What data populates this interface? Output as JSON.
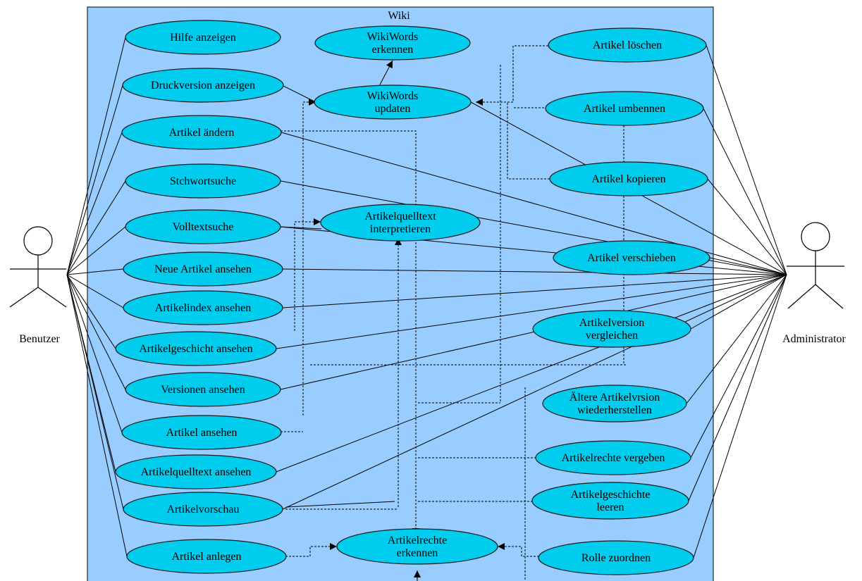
{
  "system": {
    "title": "Wiki"
  },
  "actors": {
    "user": "Benutzer",
    "admin": "Administrator"
  },
  "use_cases": [
    {
      "id": "hilfe",
      "lines": [
        "Hilfe anzeigen"
      ]
    },
    {
      "id": "druck",
      "lines": [
        "Druckversion anzeigen"
      ]
    },
    {
      "id": "aendern",
      "lines": [
        "Artikel ändern"
      ]
    },
    {
      "id": "stichwort",
      "lines": [
        "Stchwortsuche"
      ]
    },
    {
      "id": "volltext",
      "lines": [
        "Volltextsuche"
      ]
    },
    {
      "id": "neue",
      "lines": [
        "Neue Artikel ansehen"
      ]
    },
    {
      "id": "index",
      "lines": [
        "Artikelindex ansehen"
      ]
    },
    {
      "id": "geschicht",
      "lines": [
        "Artikelgeschicht ansehen"
      ]
    },
    {
      "id": "versionen",
      "lines": [
        "Versionen ansehen"
      ]
    },
    {
      "id": "ansehen",
      "lines": [
        "Artikel ansehen"
      ]
    },
    {
      "id": "quelltext",
      "lines": [
        "Artikelquelltext ansehen"
      ]
    },
    {
      "id": "vorschau",
      "lines": [
        "Artikelvorschau"
      ]
    },
    {
      "id": "anlegen",
      "lines": [
        "Artikel anlegen"
      ]
    },
    {
      "id": "ww_erkennen",
      "lines": [
        "WikiWords",
        "erkennen"
      ]
    },
    {
      "id": "ww_updaten",
      "lines": [
        "WikiWords",
        "updaten"
      ]
    },
    {
      "id": "interpretieren",
      "lines": [
        "Artikelquelltext",
        "interpretieren"
      ]
    },
    {
      "id": "rechte_erkennen",
      "lines": [
        "Artikelrechte",
        "erkennen"
      ]
    },
    {
      "id": "loeschen",
      "lines": [
        "Artikel löschen"
      ]
    },
    {
      "id": "umbennen",
      "lines": [
        "Artikel umbennen"
      ]
    },
    {
      "id": "kopieren",
      "lines": [
        "Artikel kopieren"
      ]
    },
    {
      "id": "verschieben",
      "lines": [
        "Artikel verschieben"
      ]
    },
    {
      "id": "vergleichen",
      "lines": [
        "Artikelversion",
        "vergleichen"
      ]
    },
    {
      "id": "wiederherstellen",
      "lines": [
        "Ältere Artikelvrsion",
        "wiederherstellen"
      ]
    },
    {
      "id": "vergeben",
      "lines": [
        "Artikelrechte vergeben"
      ]
    },
    {
      "id": "leeren",
      "lines": [
        "Artikelgeschichte",
        "leeren"
      ]
    },
    {
      "id": "rolle",
      "lines": [
        "Rolle zuordnen"
      ]
    }
  ],
  "user_cases": [
    "hilfe",
    "druck",
    "aendern",
    "stichwort",
    "volltext",
    "neue",
    "index",
    "geschicht",
    "versionen",
    "ansehen",
    "quelltext",
    "vorschau",
    "anlegen"
  ],
  "admin_cases": [
    "loeschen",
    "umbennen",
    "kopieren",
    "verschieben",
    "vergleichen",
    "wiederherstellen",
    "vergeben",
    "leeren",
    "rolle",
    "aendern",
    "stichwort",
    "volltext",
    "neue",
    "index",
    "geschicht",
    "versionen",
    "quelltext",
    "vorschau",
    "ww_updaten"
  ]
}
